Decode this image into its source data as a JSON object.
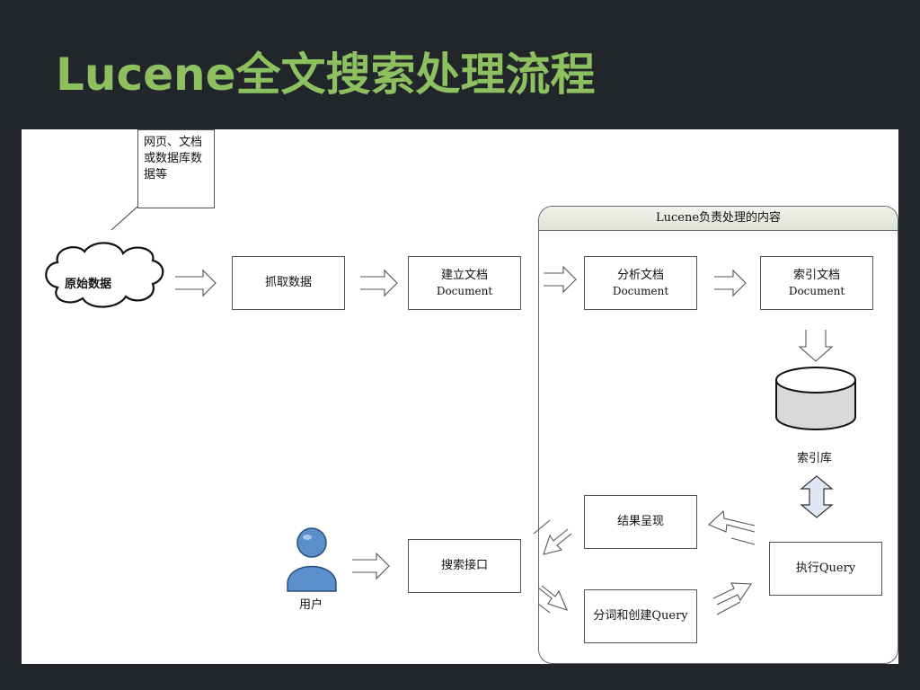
{
  "slide": {
    "title": "Lucene全文搜索处理流程"
  },
  "diagram": {
    "note_text": "网页、文档\n或数据库数\n据等",
    "source_label": "原始数据",
    "fetch_label": "抓取数据",
    "build_doc_line1": "建立文档",
    "build_doc_line2": "Document",
    "panel_title": "Lucene负责处理的内容",
    "analyze_line1": "分析文档",
    "analyze_line2": "Document",
    "index_line1": "索引文档",
    "index_line2": "Document",
    "index_db_label": "索引库",
    "results_label": "结果呈现",
    "execute_label": "执行Query",
    "tokenize_label": "分词和创建Query",
    "search_api_label": "搜索接口",
    "user_label": "用户"
  },
  "colors": {
    "title": "#8dc05f",
    "background": "#22262a",
    "user_icon": "#5b8fcb",
    "db_arrow": "#dfe8f4"
  }
}
